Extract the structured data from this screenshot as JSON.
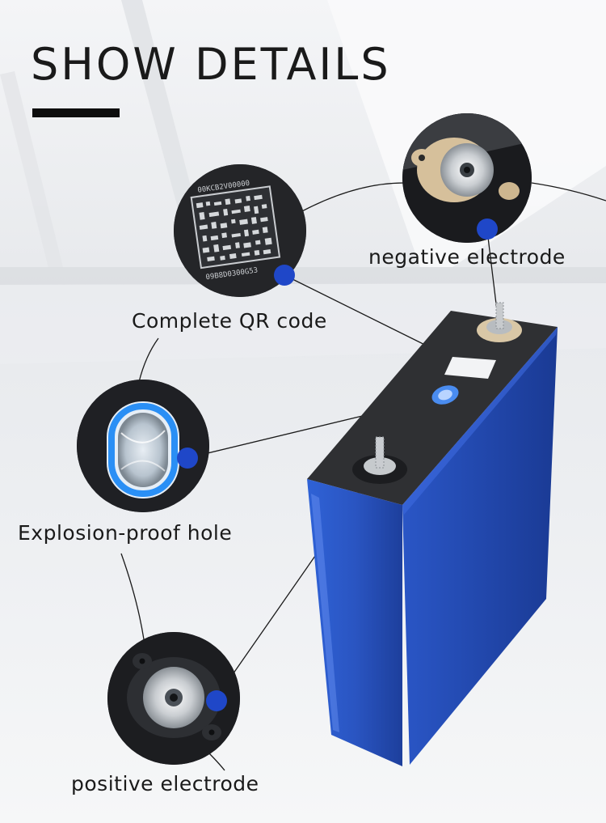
{
  "title": "SHOW DETAILS",
  "labels": {
    "negative": "negative electrode",
    "qr": "Complete QR code",
    "explosion": "Explosion-proof hole",
    "positive": "positive electrode"
  },
  "qr_text": {
    "line1": "00KCB2V00000",
    "line2": "09B8D0300G53"
  },
  "colors": {
    "battery_blue": "#2a57c4",
    "battery_top": "#2f3033",
    "dot_blue": "#1f47c8",
    "background": "#eef0f3"
  }
}
